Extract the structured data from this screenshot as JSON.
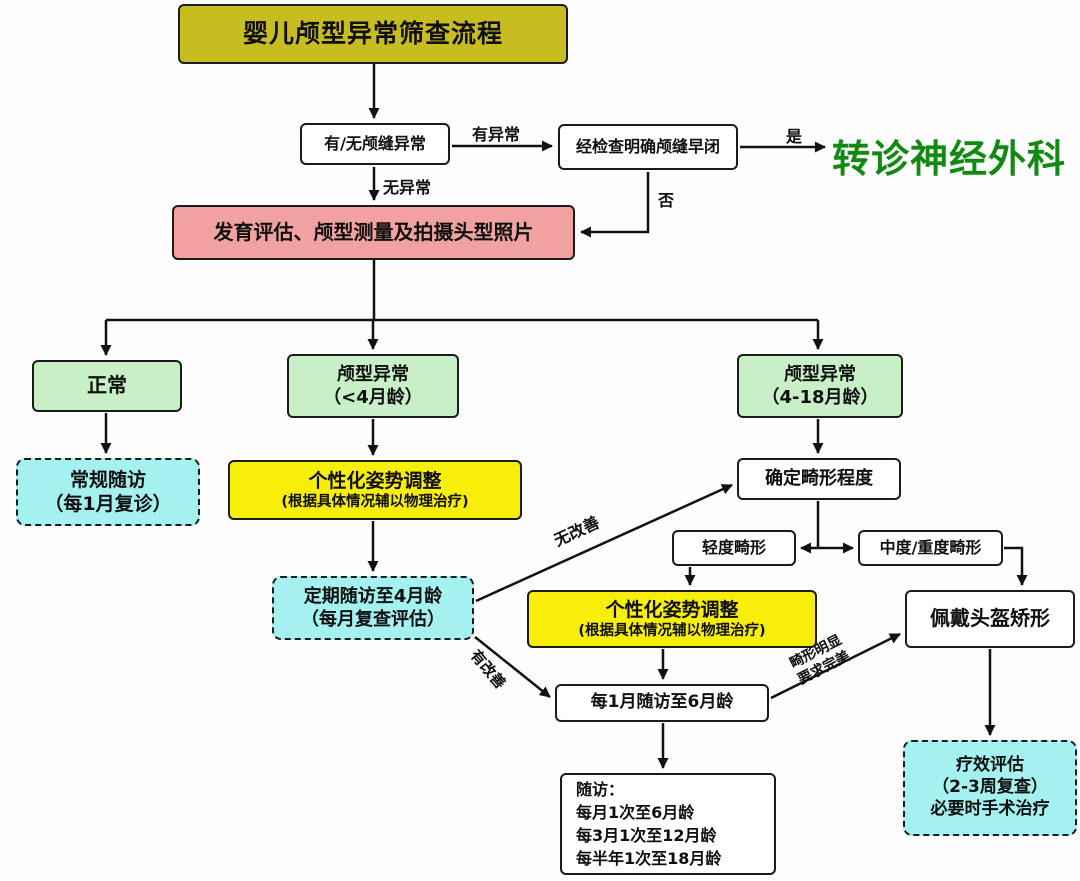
{
  "title": "婴儿颅型异常筛查流程",
  "nodes": {
    "suture_check": {
      "text": "有/无颅缝异常"
    },
    "suture_confirm": {
      "text": "经检查明确颅缝早闭"
    },
    "neurosurgery": {
      "text": "转诊神经外科"
    },
    "assessment": {
      "text": "发育评估、颅型测量及拍摄头型照片"
    },
    "normal": {
      "text": "正常"
    },
    "abnormal_under4": {
      "line1": "颅型异常",
      "line2": "（<4月龄）"
    },
    "abnormal_4to18": {
      "line1": "颅型异常",
      "line2": "（4-18月龄）"
    },
    "routine_followup": {
      "line1": "常规随访",
      "line2": "（每1月复诊）"
    },
    "posture_adjust_1": {
      "line1": "个性化姿势调整",
      "line2": "(根据具体情况辅以物理治疗)"
    },
    "periodic_followup": {
      "line1": "定期随访至4月龄",
      "line2": "（每月复查评估）"
    },
    "determine_severity": {
      "text": "确定畸形程度"
    },
    "mild_deformity": {
      "text": "轻度畸形"
    },
    "moderate_severe_deformity": {
      "text": "中度/重度畸形"
    },
    "posture_adjust_2": {
      "line1": "个性化姿势调整",
      "line2": "(根据具体情况辅以物理治疗)"
    },
    "monthly_followup": {
      "text": "每1月随访至6月龄"
    },
    "helmet_orthosis": {
      "text": "佩戴头盔矫形"
    },
    "efficacy_eval": {
      "line1": "疗效评估",
      "line2": "（2-3周复查）",
      "line3": "必要时手术治疗"
    },
    "followup_schedule": {
      "line1": "随访：",
      "line2": "每月1次至6月龄",
      "line3": "每3月1次至12月龄",
      "line4": "每半年1次至18月龄"
    }
  },
  "edge_labels": {
    "has_abnormality": "有异常",
    "yes": "是",
    "no_abnormality": "无异常",
    "no": "否",
    "no_improvement": "无改善",
    "improvement": "有改善",
    "deformity_obvious": "畸形明显",
    "demand_perfect": "要求完美"
  },
  "colors": {
    "title_fill": "#c7bd20",
    "pink_fill": "#f2a1a1",
    "green_fill": "#c8efc6",
    "cyan_fill": "#a5f1ef",
    "yellow_fill": "#f7ee0a",
    "white_fill": "#ffffff",
    "line": "#111111",
    "neurosurgery_text": "#128a12"
  }
}
